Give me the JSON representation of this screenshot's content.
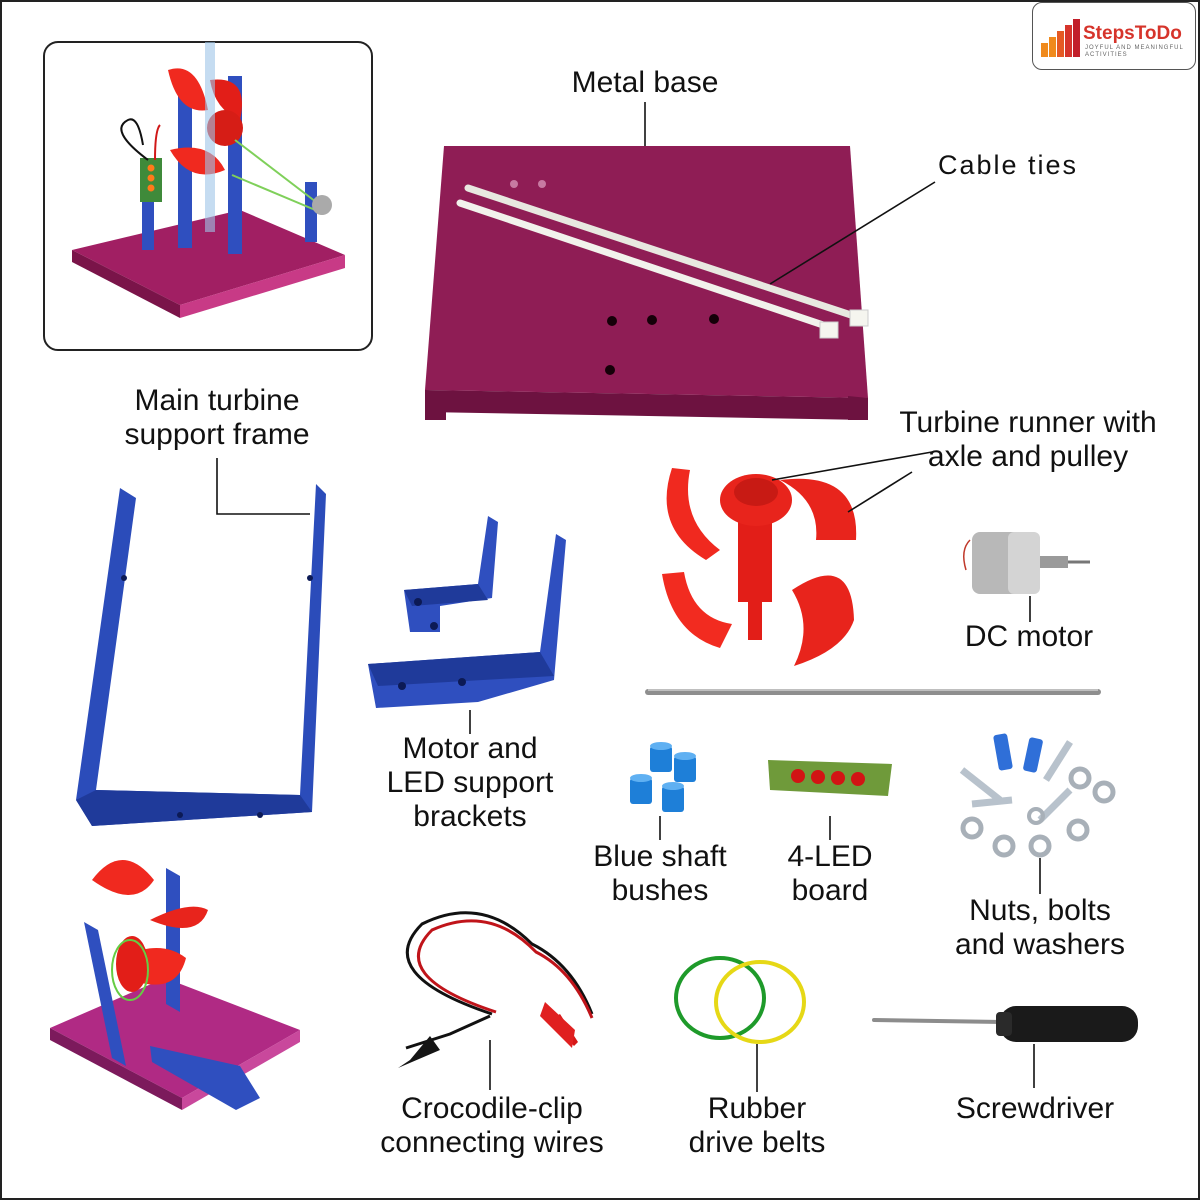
{
  "brand": {
    "name": "StepsToDo",
    "tagline": "JOYFUL AND MEANINGFUL ACTIVITIES",
    "registered": "®"
  },
  "labels": {
    "metal_base": "Metal base",
    "cable_ties": "Cable ties",
    "main_frame_line1": "Main turbine",
    "main_frame_line2": "support frame",
    "runner_line1": "Turbine runner with",
    "runner_line2": "axle and pulley",
    "dc_motor": "DC motor",
    "brackets_line1": "Motor and",
    "brackets_line2": "LED support",
    "brackets_line3": "brackets",
    "bushes_line1": "Blue shaft",
    "bushes_line2": "bushes",
    "led_line1": "4-LED",
    "led_line2": "board",
    "nuts_line1": "Nuts, bolts",
    "nuts_line2": "and washers",
    "wires_line1": "Crocodile-clip",
    "wires_line2": "connecting wires",
    "belts_line1": "Rubber",
    "belts_line2": "drive belts",
    "screwdriver": "Screwdriver"
  },
  "colors": {
    "metal_base": "#8f1d55",
    "frame_blue": "#2f4fbf",
    "turbine_red": "#f0291f",
    "logo_red": "#d6342b",
    "logo_orange": "#f08a1c"
  }
}
